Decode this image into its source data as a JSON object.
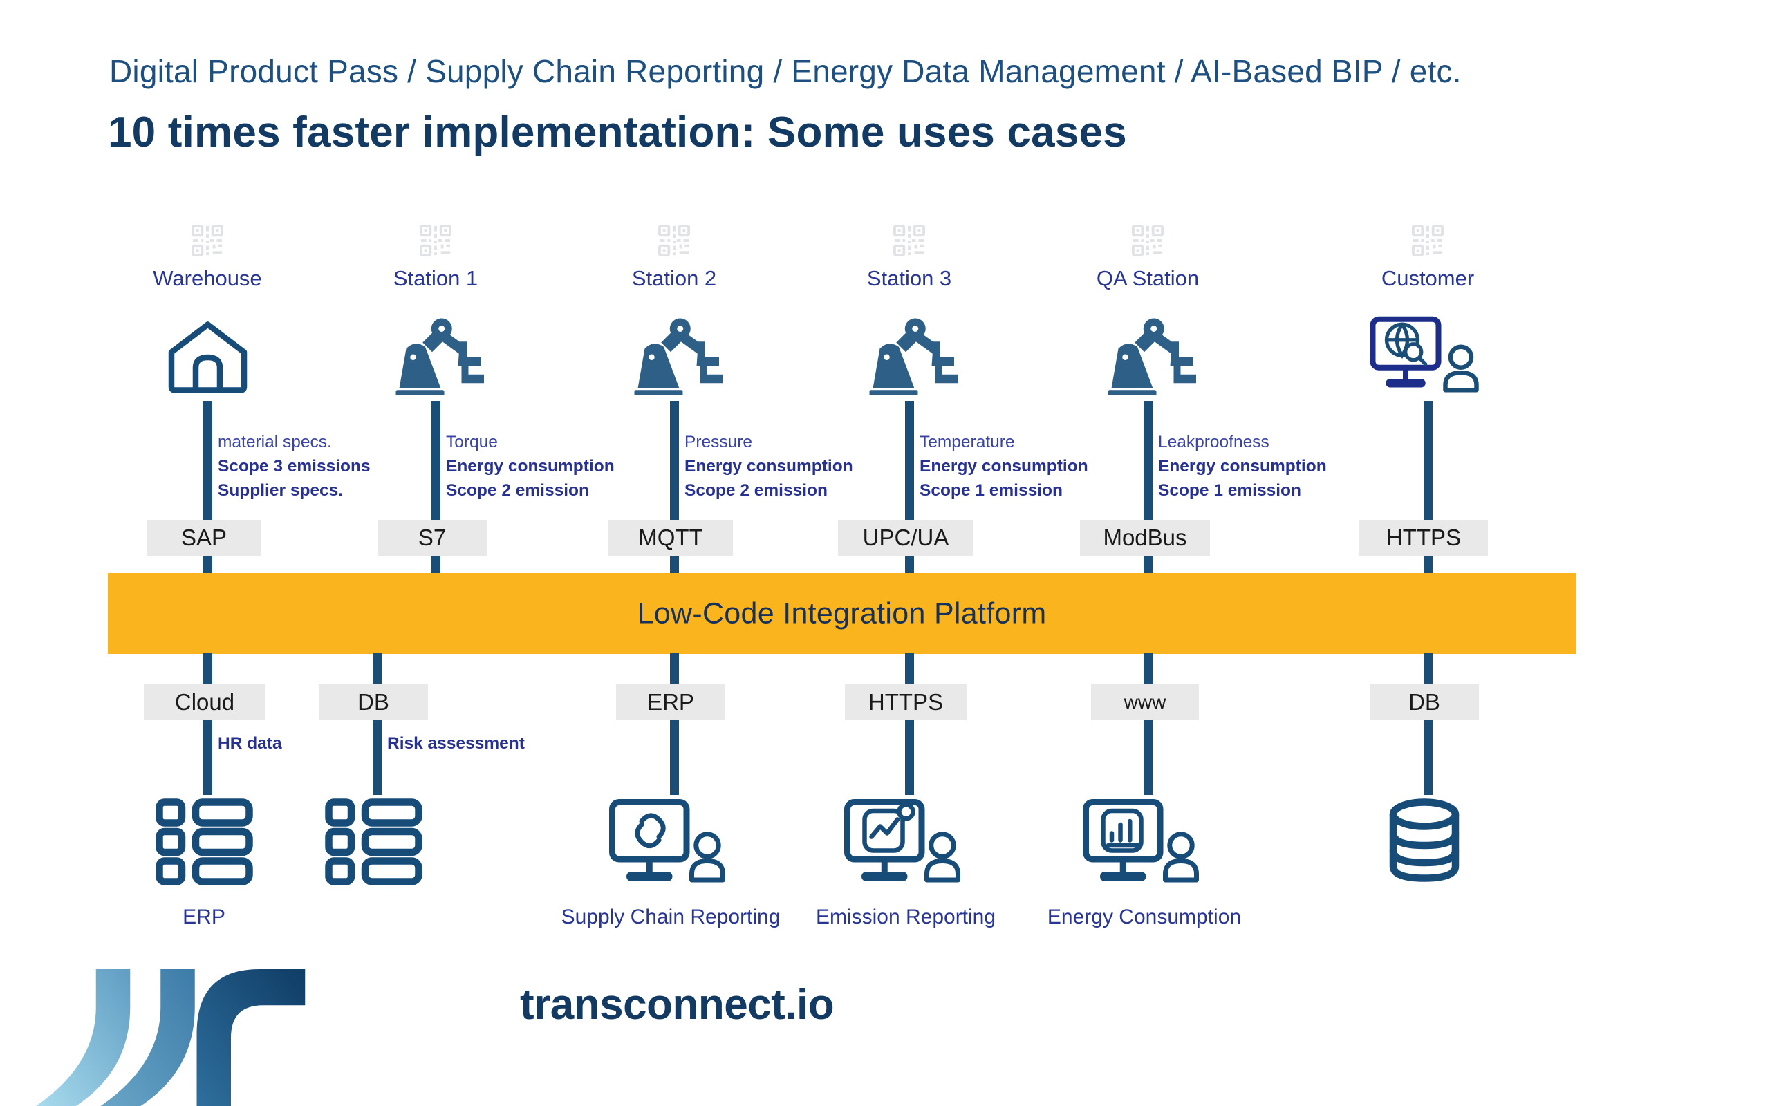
{
  "header": {
    "kicker": "Digital Product Pass / Supply Chain Reporting / Energy Data Management / AI-Based BIP / etc.",
    "title": "10 times faster implementation: Some uses cases"
  },
  "platform": {
    "label": "Low-Code Integration Platform",
    "color": "#FAB41E"
  },
  "colors": {
    "navy": "#123A63",
    "line_blue": "#1B4E77",
    "label_blue": "#283593",
    "chip_bg": "#e9e9e9",
    "accent_orange": "#FAB41E"
  },
  "sources": [
    {
      "label": "Warehouse",
      "icon": "warehouse-icon",
      "qr": "qr-code-icon",
      "annotations": [
        "material specs.",
        "Scope 3 emissions",
        "Supplier specs."
      ],
      "protocol": "SAP"
    },
    {
      "label": "Station 1",
      "icon": "robot-arm-icon",
      "qr": "qr-code-icon",
      "annotations": [
        "Torque",
        "Energy consumption",
        "Scope 2 emission"
      ],
      "protocol": "S7"
    },
    {
      "label": "Station 2",
      "icon": "robot-arm-icon",
      "qr": "qr-code-icon",
      "annotations": [
        "Pressure",
        "Energy consumption",
        "Scope 2 emission"
      ],
      "protocol": "MQTT"
    },
    {
      "label": "Station 3",
      "icon": "robot-arm-icon",
      "qr": "qr-code-icon",
      "annotations": [
        "Temperature",
        "Energy consumption",
        "Scope 1 emission"
      ],
      "protocol": "UPC/UA"
    },
    {
      "label": "QA Station",
      "icon": "robot-arm-icon",
      "qr": "qr-code-icon",
      "annotations": [
        "Leakproofness",
        "Energy consumption",
        "Scope 1 emission"
      ],
      "protocol": "ModBus"
    },
    {
      "label": "Customer",
      "icon": "monitor-globe-search-user-icon",
      "qr": "qr-code-icon",
      "annotations": [],
      "protocol": "HTTPS"
    }
  ],
  "targets": [
    {
      "protocol": "Cloud",
      "annotation": "HR data",
      "icon": "erp-list-icon",
      "label": "ERP"
    },
    {
      "protocol": "DB",
      "annotation": "Risk assessment",
      "icon": "erp-list-icon",
      "label": ""
    },
    {
      "protocol": "ERP",
      "annotation": "",
      "icon": "monitor-link-user-icon",
      "label": "Supply Chain Reporting"
    },
    {
      "protocol": "HTTPS",
      "annotation": "",
      "icon": "monitor-chart-user-icon",
      "label": "Emission Reporting"
    },
    {
      "protocol": "www",
      "annotation": "",
      "icon": "monitor-bars-user-icon",
      "label": "Energy Consumption"
    },
    {
      "protocol": "DB",
      "annotation": "",
      "icon": "database-cylinder-icon",
      "label": ""
    }
  ],
  "footer": {
    "wordmark": "transconnect.io",
    "logo": "transconnect-swoosh-logo"
  }
}
